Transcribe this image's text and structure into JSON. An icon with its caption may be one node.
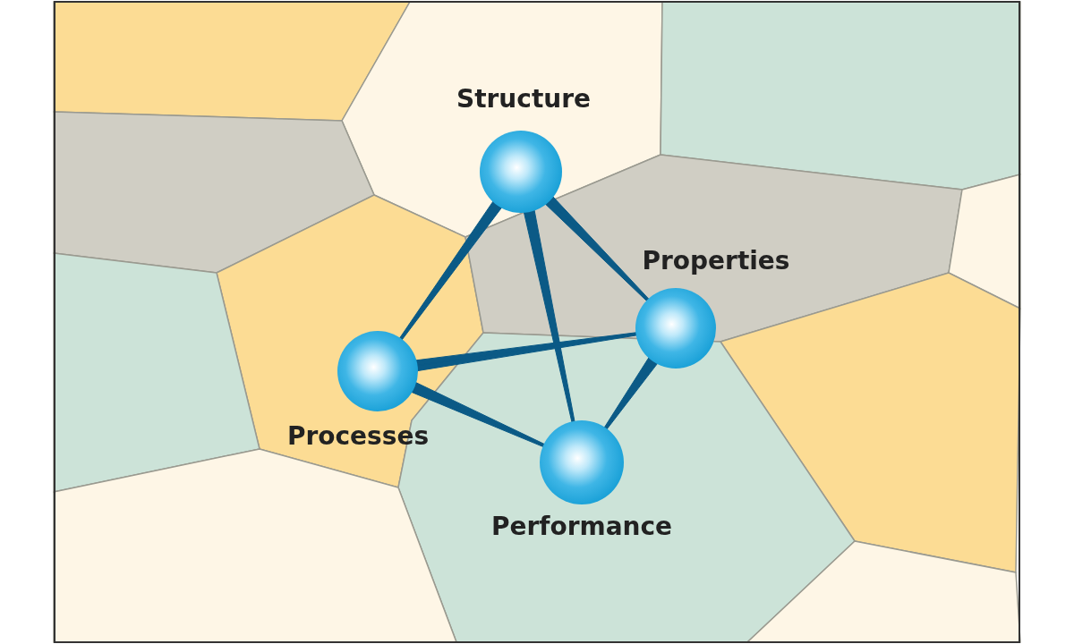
{
  "diagram": {
    "nodes": [
      {
        "text": [],
        "shape": "circle",
        "beside": [
          "Structure"
        ]
      },
      {
        "text": [],
        "shape": "circle",
        "beside": [
          "Properties"
        ]
      },
      {
        "text": [],
        "shape": "circle",
        "beside": [
          "Processes"
        ]
      },
      {
        "text": [],
        "shape": "circle",
        "beside": [
          "Performance"
        ]
      }
    ],
    "edges": [
      {
        "from": 0,
        "to": 2,
        "arrow": "none"
      },
      {
        "from": 0,
        "to": 3,
        "arrow": "none"
      },
      {
        "from": 0,
        "to": 1,
        "arrow": "none"
      },
      {
        "from": 2,
        "to": 1,
        "arrow": "none"
      },
      {
        "from": 2,
        "to": 3,
        "arrow": "none"
      },
      {
        "from": 1,
        "to": 3,
        "arrow": "none"
      }
    ]
  }
}
